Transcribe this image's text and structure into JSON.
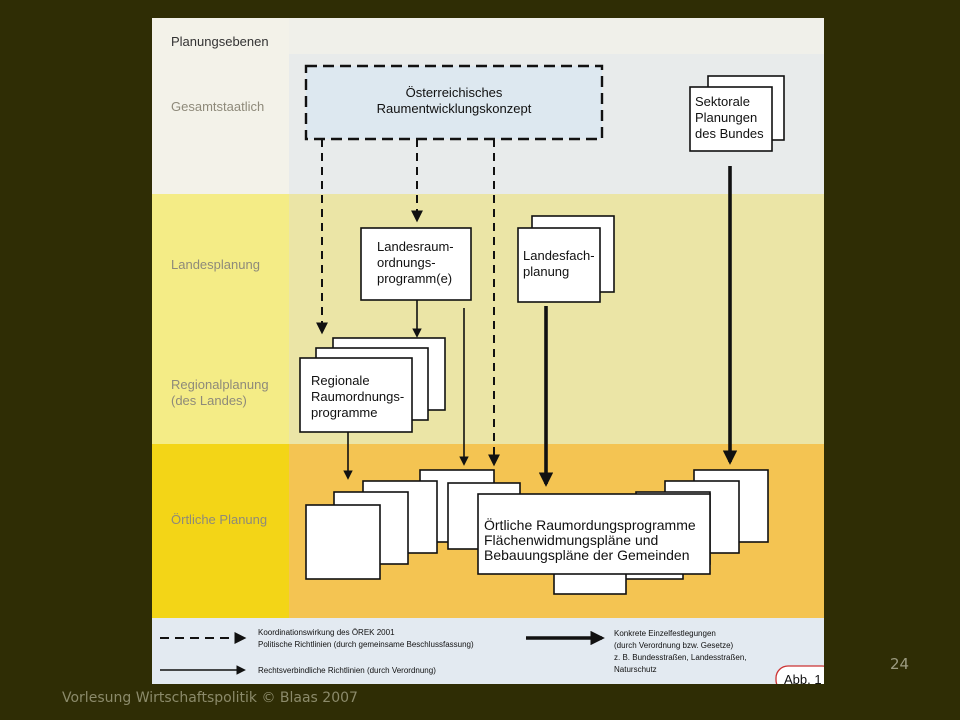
{
  "levels": {
    "header": "Planungsebenen",
    "gesamtstaatlich": "Gesamtstaatlich",
    "landesplanung": "Landesplanung",
    "regional": [
      "Regionalplanung",
      "(des Landes)"
    ],
    "oertlich": "Örtliche Planung"
  },
  "boxes": {
    "oerek": [
      "Österreichisches",
      "Raumentwicklungskonzept"
    ],
    "sektorale": [
      "Sektorale",
      "Planungen",
      "des Bundes"
    ],
    "landesraum": [
      "Landesraum-",
      "ordnungs-",
      "programm(e)"
    ],
    "landesfach": [
      "Landesfach-",
      "planung"
    ],
    "regionale": [
      "Regionale",
      "Raumordnungs-",
      "programme"
    ],
    "oertliche": [
      "Örtliche Raumordungsprogramme",
      "Flächenwidmungspläne und",
      "Bebauungspläne der Gemeinden"
    ]
  },
  "legend": {
    "dashed": [
      "Koordinationswirkung des ÖREK 2001",
      "Politische Richtlinien (durch gemeinsame Beschlussfassung)"
    ],
    "thin": "Rechtsverbindliche Richtlinien (durch Verordnung)",
    "thick": [
      "Konkrete Einzelfestlegungen",
      "(durch Verordnung bzw. Gesetze)",
      "z. B. Bundesstraßen, Landesstraßen,",
      "Naturschutz"
    ]
  },
  "figure_label": "Abb. 1",
  "colors": {
    "slide_bg": "#2f2d05",
    "gesamt_label": "#f3f2e9",
    "gesamt_area": "#e8ebeb",
    "land_label": "#f4ec86",
    "land_area": "#ebe5a6",
    "oertlich_label": "#f3d517",
    "oertlich_area": "#f4c452",
    "oerek_box": "#dde8f0",
    "legend_bg": "#e3eaf1"
  },
  "footer": "Vorlesung Wirtschaftspolitik © Blaas 2007",
  "page_number": "24"
}
